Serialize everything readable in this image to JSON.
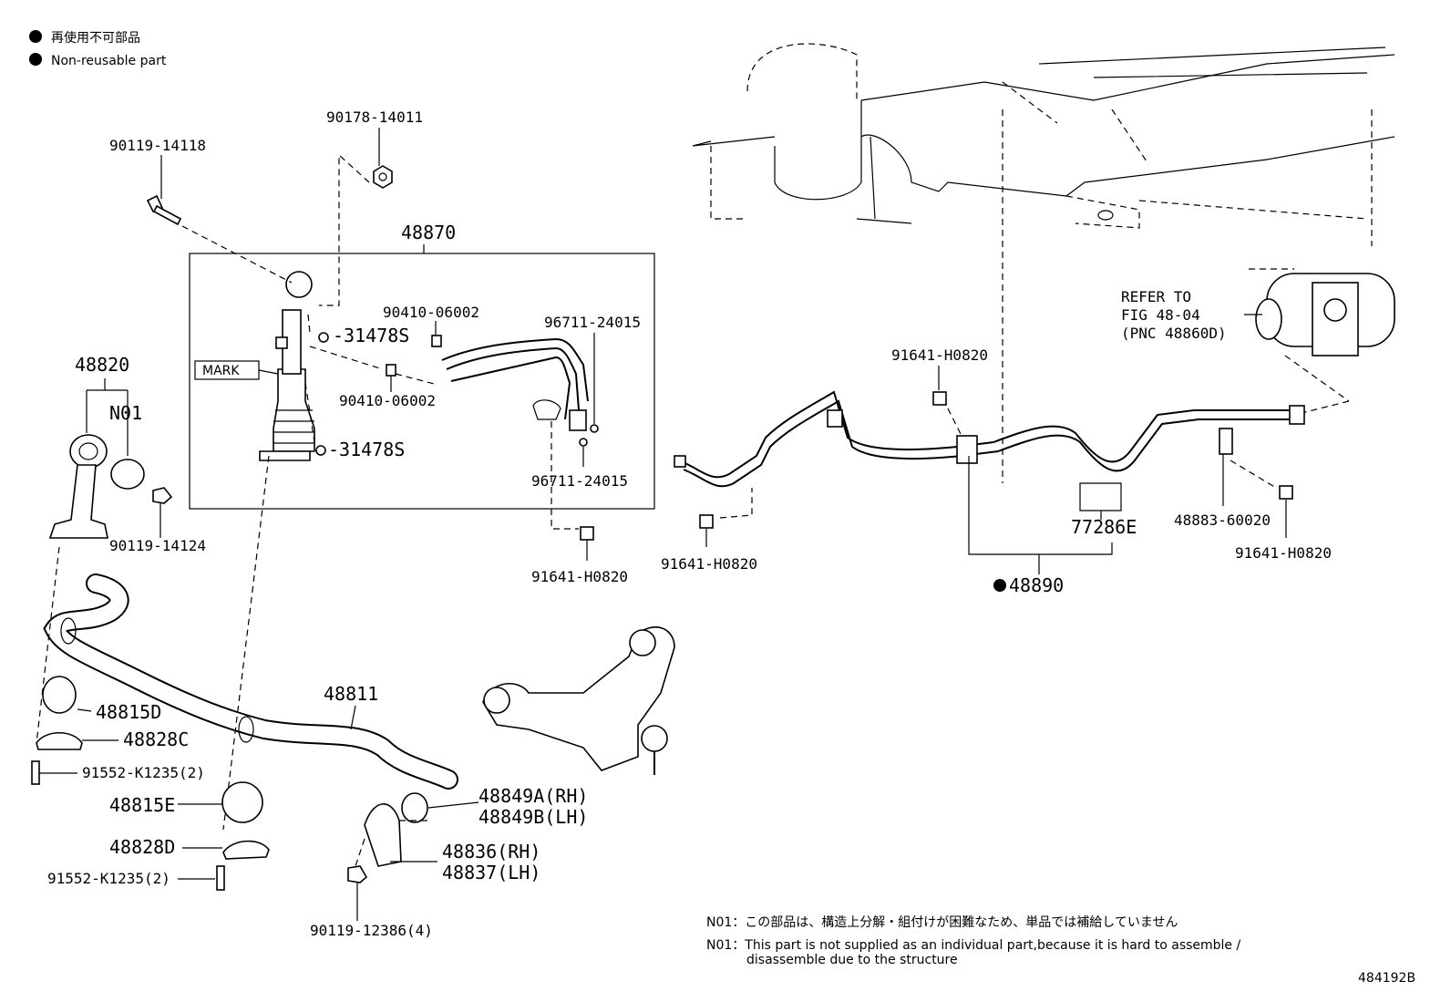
{
  "legend": {
    "jp": "再使用不可部品",
    "en": "Non-reusable part"
  },
  "labels": {
    "p90119_14118": "90119-14118",
    "p90178_14011": "90178-14011",
    "p48870": "48870",
    "p90410_06002_a": "90410-06002",
    "p90410_06002_b": "90410-06002",
    "p96711_24015_a": "96711-24015",
    "p96711_24015_b": "96711-24015",
    "p31478S_a": "31478S",
    "p31478S_b": "31478S",
    "mark": "MARK",
    "p48820": "48820",
    "pN01": "N01",
    "p90119_14124": "90119-14124",
    "p91641_H0820_a": "91641-H0820",
    "p91641_H0820_b": "91641-H0820",
    "p91641_H0820_c": "91641-H0820",
    "p91641_H0820_d": "91641-H0820",
    "p77286E": "77286E",
    "p48883_60020": "48883-60020",
    "p48890": "48890",
    "refer1": "REFER TO",
    "refer2": "FIG 48-04",
    "refer3": "(PNC 48860D)",
    "p48811": "48811",
    "p48815D": "48815D",
    "p48828C": "48828C",
    "p91552_a": "91552-K1235(2)",
    "p48815E": "48815E",
    "p48828D": "48828D",
    "p91552_b": "91552-K1235(2)",
    "p48849A": "48849A(RH)",
    "p48849B": "48849B(LH)",
    "p48836": "48836(RH)",
    "p48837": "48837(LH)",
    "p90119_12386": "90119-12386(4)"
  },
  "notes": {
    "jp": "N01：この部品は、構造上分解・組付けが困難なため、単品では補給していません",
    "en1": "N01：This part is not supplied as an individual part,because it is hard to assemble /",
    "en2": "disassemble due to the structure"
  },
  "figure_id": "484192B"
}
